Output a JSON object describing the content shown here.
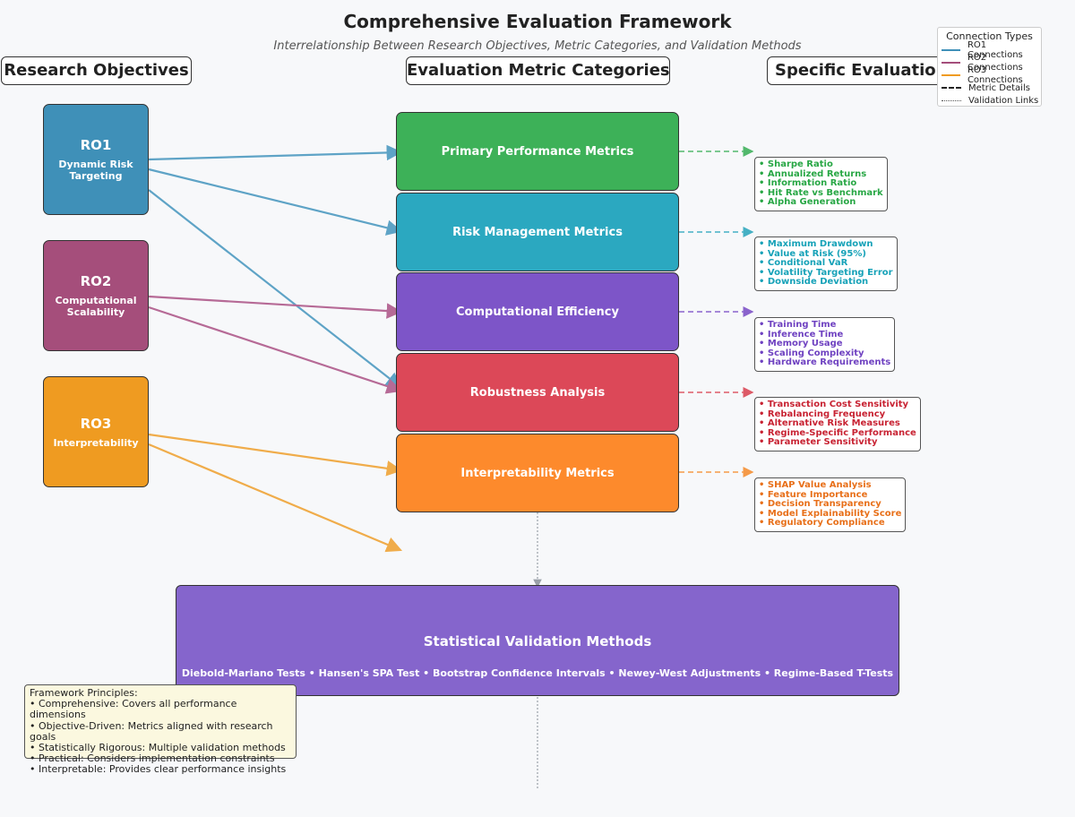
{
  "title": "Comprehensive Evaluation Framework",
  "subtitle": "Interrelationship Between Research Objectives, Metric Categories, and Validation Methods",
  "columns": {
    "objectives": "Research Objectives",
    "categories": "Evaluation Metric Categories",
    "specific": "Specific Evaluation Metrics"
  },
  "objectives": [
    {
      "code": "RO1",
      "name": "Dynamic Risk Targeting",
      "color": "#3f90b8"
    },
    {
      "code": "RO2",
      "name": "Computational Scalability",
      "color": "#a54e7b"
    },
    {
      "code": "RO3",
      "name": "Interpretability",
      "color": "#ef9b21"
    }
  ],
  "categories": [
    {
      "name": "Primary Performance Metrics",
      "color": "#3db158"
    },
    {
      "name": "Risk Management Metrics",
      "color": "#2ba8c0"
    },
    {
      "name": "Computational Efficiency",
      "color": "#7d55c8"
    },
    {
      "name": "Robustness Analysis",
      "color": "#dc4858"
    },
    {
      "name": "Interpretability Metrics",
      "color": "#fd8a2c"
    }
  ],
  "metric_lists": [
    {
      "color": "#28a745",
      "items": [
        "• Sharpe Ratio",
        "• Annualized Returns",
        "• Information Ratio",
        "• Hit Rate vs Benchmark",
        "• Alpha Generation"
      ]
    },
    {
      "color": "#17a2b8",
      "items": [
        "• Maximum Drawdown",
        "• Value at Risk (95%)",
        "• Conditional VaR",
        "• Volatility Targeting Error",
        "• Downside Deviation"
      ]
    },
    {
      "color": "#6f42c1",
      "items": [
        "• Training Time",
        "• Inference Time",
        "• Memory Usage",
        "• Scaling Complexity",
        "• Hardware Requirements"
      ]
    },
    {
      "color": "#c82333",
      "items": [
        "• Transaction Cost Sensitivity",
        "• Rebalancing Frequency",
        "• Alternative Risk Measures",
        "• Regime-Specific Performance",
        "• Parameter Sensitivity"
      ]
    },
    {
      "color": "#e8701a",
      "items": [
        "• SHAP Value Analysis",
        "• Feature Importance",
        "• Decision Transparency",
        "• Model Explainability Score",
        "• Regulatory Compliance"
      ]
    }
  ],
  "validation": {
    "title": "Statistical Validation Methods",
    "methods": "Diebold-Mariano Tests • Hansen's SPA Test • Bootstrap Confidence Intervals • Newey-West Adjustments • Regime-Based T-Tests",
    "color": "#8565cc"
  },
  "legend": {
    "title": "Connection Types",
    "items": [
      {
        "label": "RO1 Connections",
        "style": "solid",
        "color": "#3f90b8"
      },
      {
        "label": "RO2 Connections",
        "style": "solid",
        "color": "#a54e7b"
      },
      {
        "label": "RO3 Connections",
        "style": "solid",
        "color": "#ef9b21"
      },
      {
        "label": "Metric Details",
        "style": "dashed",
        "color": "#222222"
      },
      {
        "label": "Validation Links",
        "style": "dotted",
        "color": "#555555"
      }
    ]
  },
  "principles": {
    "title": "Framework Principles:",
    "items": [
      "• Comprehensive: Covers all performance dimensions",
      "• Objective-Driven: Metrics aligned with research goals",
      "• Statistically Rigorous: Multiple validation methods",
      "• Practical: Considers implementation constraints",
      "• Interpretable: Provides clear performance insights"
    ]
  },
  "connections": [
    {
      "from": "RO1",
      "to": "Primary Performance Metrics"
    },
    {
      "from": "RO1",
      "to": "Risk Management Metrics"
    },
    {
      "from": "RO1",
      "to": "Robustness Analysis"
    },
    {
      "from": "RO2",
      "to": "Computational Efficiency"
    },
    {
      "from": "RO2",
      "to": "Robustness Analysis"
    },
    {
      "from": "RO3",
      "to": "Interpretability Metrics"
    },
    {
      "from": "RO3",
      "to": "Statistical Validation Methods"
    }
  ]
}
